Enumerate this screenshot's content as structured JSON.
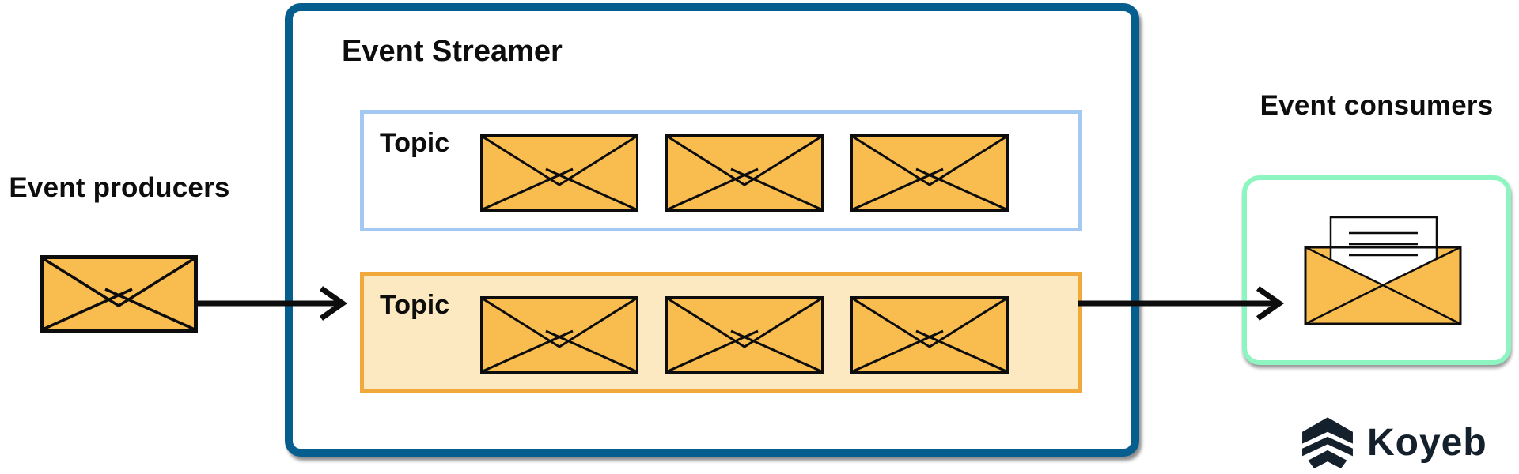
{
  "producers": {
    "label": "Event producers",
    "icon": "envelope-icon"
  },
  "streamer": {
    "title": "Event Streamer",
    "topics": [
      {
        "label": "Topic",
        "variant": "blue",
        "message_count": 3
      },
      {
        "label": "Topic",
        "variant": "orange",
        "message_count": 3
      }
    ]
  },
  "consumers": {
    "label": "Event consumers",
    "icon": "open-envelope-icon"
  },
  "branding": {
    "logo_text": "Koyeb",
    "logo_icon": "koyeb-chevron-hexagon-icon"
  },
  "colors": {
    "streamer_border": "#065E8F",
    "topic_blue_border": "#A3C9F3",
    "topic_orange_border": "#F2A93C",
    "topic_orange_fill": "#FCE9C1",
    "envelope_fill": "#F9BC4E",
    "consumer_border": "#8DF5C0",
    "arrow_color": "#0d0d0d",
    "logo_color": "#14202C"
  }
}
